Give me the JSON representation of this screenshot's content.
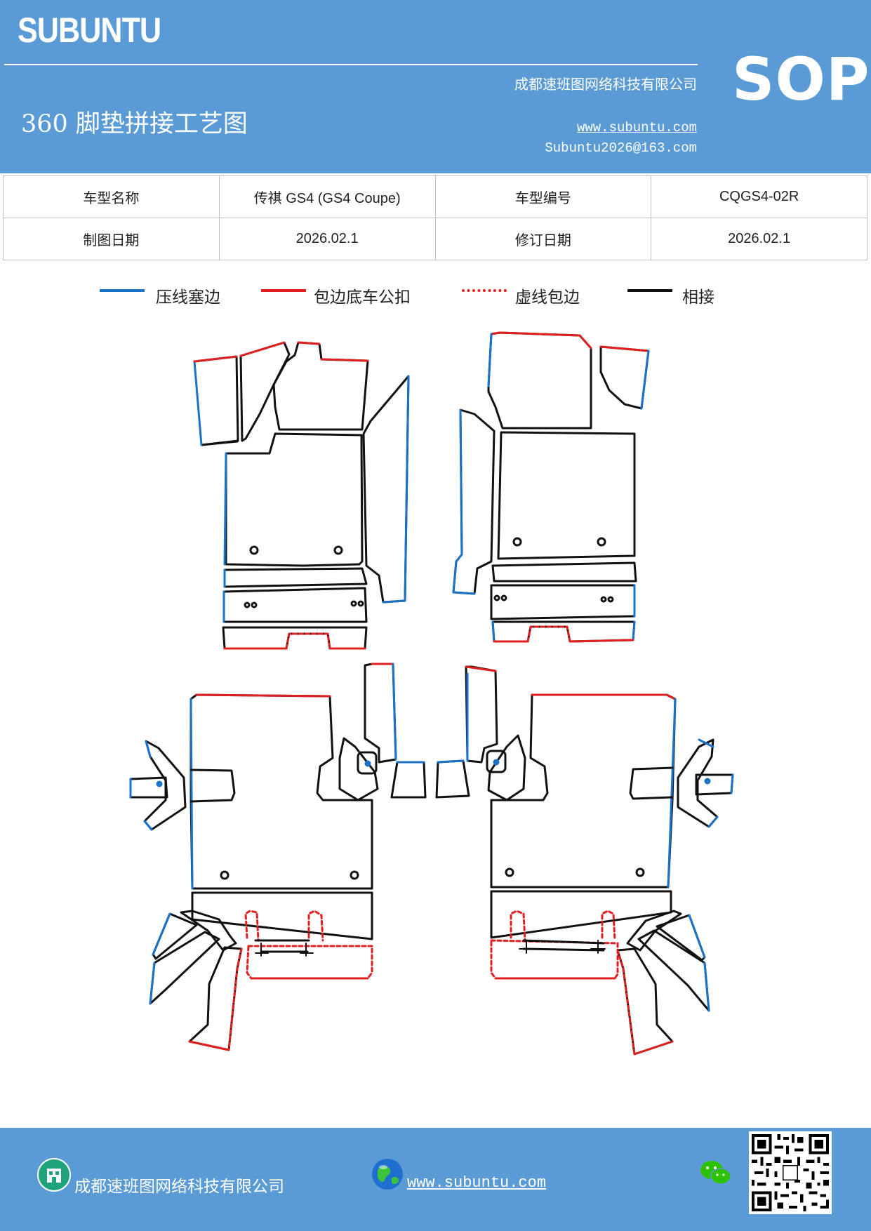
{
  "header": {
    "brand": "SUBUNTU",
    "company": "成都速班图网络科技有限公司",
    "title": "360 脚垫拼接工艺图",
    "website": "www.subuntu.com",
    "email": "Subuntu2026@163.com",
    "doc_type": "SOP",
    "header_color": "#5b9bd5"
  },
  "info_table": {
    "rows": [
      {
        "label1": "车型名称",
        "value1": "传祺 GS4 (GS4 Coupe)",
        "label2": "车型编号",
        "value2": "CQGS4-02R"
      },
      {
        "label1": "制图日期",
        "value1": "2026.02.1",
        "label2": "修订日期",
        "value2": "2026.02.1"
      }
    ]
  },
  "legend": [
    {
      "label": "压线塞边",
      "color": "#1a73c8",
      "style": "solid"
    },
    {
      "label": "包边底车公扣",
      "color": "#e02020",
      "style": "solid"
    },
    {
      "label": "虚线包边",
      "color": "#e02020",
      "style": "dotted"
    },
    {
      "label": "相接",
      "color": "#111111",
      "style": "solid"
    }
  ],
  "footer": {
    "company": "成都速班图网络科技有限公司",
    "website": "www.subuntu.com",
    "icons": [
      "building-icon",
      "globe-icon",
      "wechat-icon",
      "qr-code"
    ]
  }
}
